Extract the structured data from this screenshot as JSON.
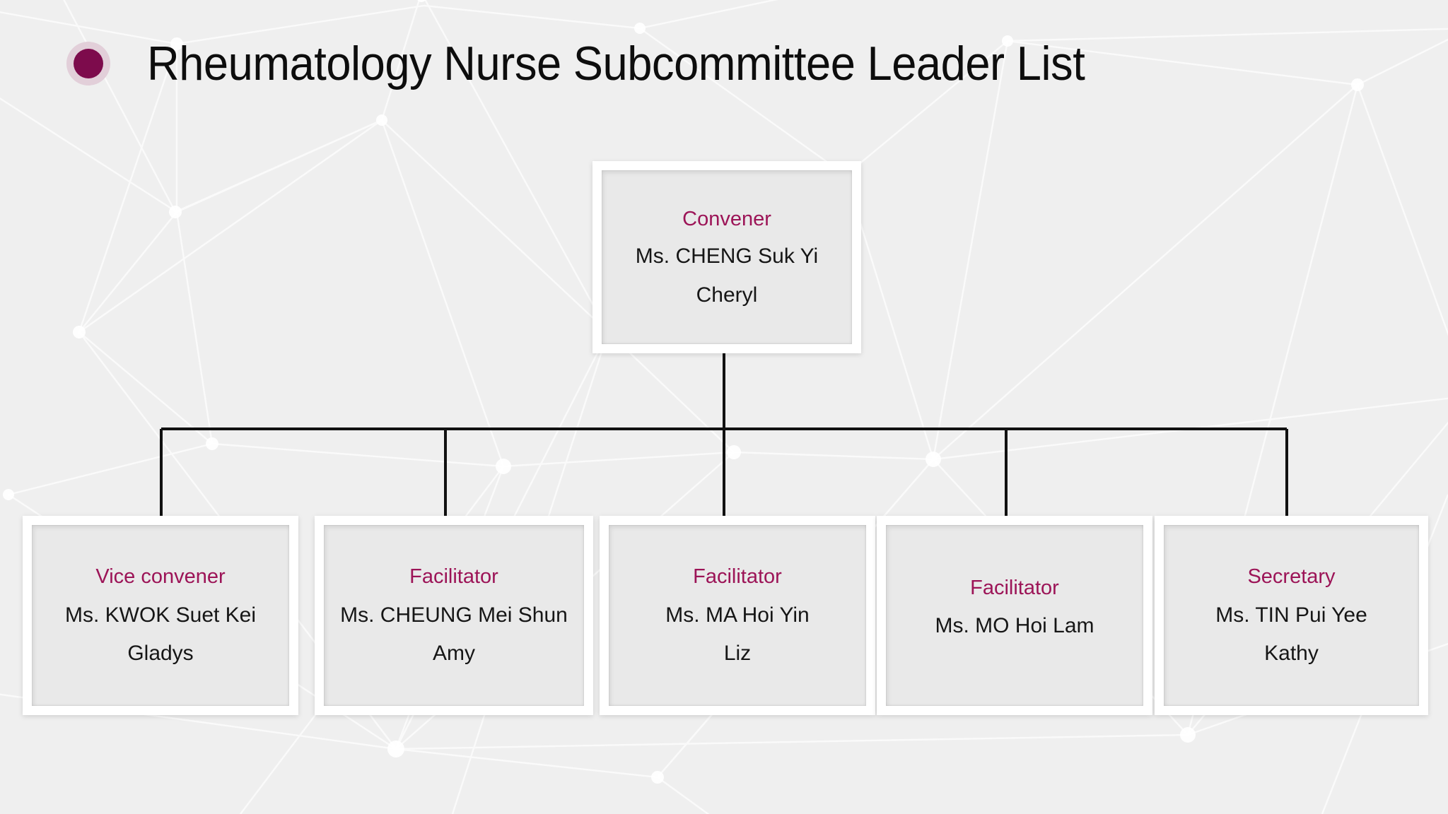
{
  "header": {
    "title": "Rheumatology Nurse Subcommittee Leader List",
    "brand_icon": "filled-circle-icon",
    "brand_color": "#7d0b4c",
    "brand_halo_color": "#e2cfd9"
  },
  "theme": {
    "background": "#efefef",
    "role_color": "#9c1457",
    "name_color": "#161616",
    "box_fill": "#e9e9e9",
    "box_frame": "#ffffff",
    "connector_color": "#111111"
  },
  "org_chart": {
    "root": {
      "role": "Convener",
      "name": "Ms. CHENG Suk Yi",
      "nickname": "Cheryl"
    },
    "children": [
      {
        "role": "Vice convener",
        "name": "Ms. KWOK Suet Kei",
        "nickname": "Gladys"
      },
      {
        "role": "Facilitator",
        "name": "Ms. CHEUNG Mei Shun",
        "nickname": "Amy"
      },
      {
        "role": "Facilitator",
        "name": "Ms. MA Hoi Yin",
        "nickname": "Liz"
      },
      {
        "role": "Facilitator",
        "name": "Ms. MO Hoi Lam",
        "nickname": ""
      },
      {
        "role": "Secretary",
        "name": "Ms. TIN Pui Yee",
        "nickname": "Kathy"
      }
    ]
  }
}
